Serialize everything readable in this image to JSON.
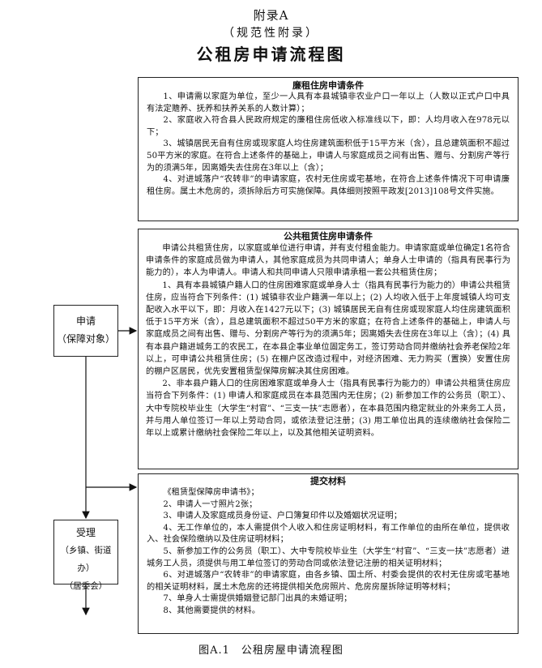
{
  "header": {
    "appendix": "附录A",
    "appendix_note": "（规范性附录）",
    "title": "公租房申请流程图"
  },
  "lianzu": {
    "heading": "廉租住房申请条件",
    "items": [
      "1、申请需以家庭为单位，至少一人具有本县城镇非农业户口一年以上（人数以正式户口中具有法定赡养、抚养和扶养关系的人数计算）；",
      "2、家庭收入符合县人民政府规定的廉租住房低收入标准线以下，即：人均月收入在978元以下；",
      "3、城镇居民无自有住房或现家庭人均住房建筑面积低于15平方米（含），且总建筑面积不超过50平方米的家庭。在符合上述条件的基础上，申请人与家庭成员之间有出售、赠与、分割房产等行为的须满5年，因离婚失去住房在3年以上（含）；",
      "4、对进城落户“农转非”的申请家庭，农村无住房或宅基地，在符合上述条件情况下可申请廉租住房。属土木危房的，须拆除后方可实施保障。具体细则按照平政发[2013]108号文件实施。"
    ]
  },
  "gongzu": {
    "heading": "公共租赁住房申请条件",
    "paragraphs": [
      "申请公共租赁住房，以家庭或单位进行申请，并有支付租金能力。申请家庭或单位确定1名符合申请条件的家庭成员做为申请人，其他家庭成员为共同申请人；单身人士申请的（指具有民事行为能力的），本人为申请人。申请人和共同申请人只限申请承租一套公共租赁住房；",
      "1、具有本县城镇户籍人口的住房困难家庭或单身人士（指具有民事行为能力的）申请公共租赁住房，应当符合下列条件：(1) 城镇非农业户籍满一年以上；(2) 人均收入低于上年度城镇人均可支配收入水平以下，即：月收入在1427元以下；(3) 城镇居民无自有住房或现家庭人均住房建筑面积低于15平方米（含），且总建筑面积不超过50平方米的家庭；在符合上述条件的基础上，申请人与家庭成员之间有出售、赠与、分割房产等行为的须满5年；因离婚失去住房在3年以上（含）；(4) 具有本县户籍进城务工的农民工，在本县企事业单位固定务工，签订劳动合同并缴纳社会养老保险2年以上，可申请公共租赁住房；(5) 在棚户区改造过程中，对经济困难、无力购买（置换）安置住房的棚户区居民，优先安置租赁型保障房解决其住房困难。",
      "2、非本县户籍人口的住房困难家庭或单身人士（指具有民事行为能力的）申请公共租赁住房应当符合下列条件：(1) 申请人和家庭成员在本县范围内无住房；(2) 新参加工作的公务员（职工）、大中专院校毕业生（大学生“村官”、“三支一扶”志愿者），在本县范围内稳定就业的外来务工人员，并与用人单位签订一年以上劳动合同，或依法登记注册；(3) 用工单位出具的连续缴纳社会保险二年以上或累计缴纳社会保险二年以上，以及其他相关证明资料。"
    ]
  },
  "cailiao": {
    "heading": "提交材料",
    "items": [
      "《租赁型保障房申请书》；",
      "2、申请人一寸照片2张；",
      "3、申请人及家庭成员身份证、户口簿复印件以及婚姻状况证明；",
      "4、无工作单位的，本人需提供个人收入和住房证明材料，有工作单位的由所在单位，提供收入、社会保险缴纳以及住房证明材料；",
      "5、新参加工作的公务员（职工）、大中专院校毕业生（大学生“村官”、“三支一扶”志愿者）进城务工人员，须提供与用工单位签订的劳动合同或依法登记注册的相关证明材料；",
      "6、对进城落户“农转非”的申请家庭，由各乡镇、国土所、村委会提供的农村无住房或宅基地的相关证明材料，属土木危房的还将提供相关危房照片、危房房屋拆除证明等材料；",
      "7、单身人士需提供婚姻登记部门出具的未婚证明；",
      "8、其他需要提供的材料。"
    ]
  },
  "flow": {
    "apply_label": "申请",
    "apply_sub": "（保障对象）",
    "accept_label": "受理",
    "accept_sub1": "（乡镇、街道办）",
    "accept_sub2": "（居委会）"
  },
  "caption": "图A.1　公租房屋申请流程图"
}
